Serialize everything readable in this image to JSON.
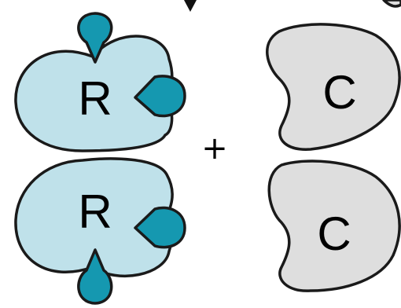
{
  "colors": {
    "regulatory_fill": "#bfe1ea",
    "ligand_fill": "#1598b0",
    "catalytic_fill": "#dedede",
    "outline": "#1a1a1a"
  },
  "labels": {
    "regulatory_top": "R",
    "regulatory_bottom": "R",
    "catalytic_top": "C",
    "catalytic_bottom": "C",
    "plus": "+"
  }
}
